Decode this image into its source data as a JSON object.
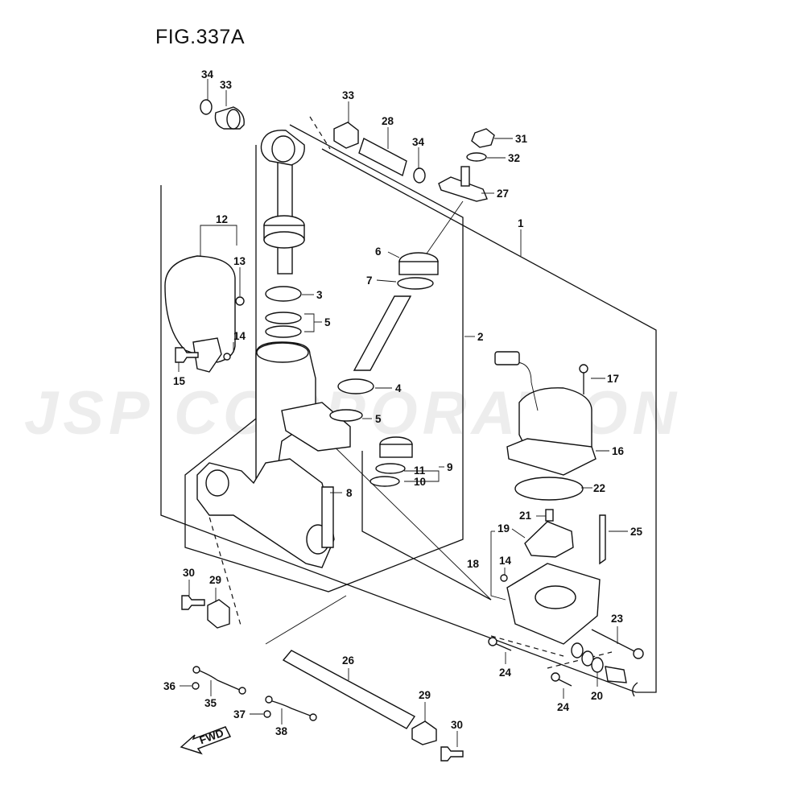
{
  "figure": {
    "title": "FIG.337A"
  },
  "watermark": "JSP CORPORATION",
  "fwd_label": "FWD",
  "callouts": {
    "c34a": "34",
    "c33a": "33",
    "c33b": "33",
    "c28": "28",
    "c34b": "34",
    "c31": "31",
    "c32": "32",
    "c27": "27",
    "c1": "1",
    "c12": "12",
    "c13": "13",
    "c3": "3",
    "c5a": "5",
    "c14a": "14",
    "c15": "15",
    "c6": "6",
    "c7": "7",
    "c2": "2",
    "c4": "4",
    "c5b": "5",
    "c17": "17",
    "c16": "16",
    "c9": "9",
    "c11": "11",
    "c10": "10",
    "c8": "8",
    "c22": "22",
    "c21": "21",
    "c19": "19",
    "c25": "25",
    "c18": "18",
    "c14b": "14",
    "c30a": "30",
    "c29a": "29",
    "c23": "23",
    "c24a": "24",
    "c20": "20",
    "c24b": "24",
    "c26": "26",
    "c36": "36",
    "c35": "35",
    "c37": "37",
    "c38": "38",
    "c29b": "29",
    "c30b": "30"
  }
}
